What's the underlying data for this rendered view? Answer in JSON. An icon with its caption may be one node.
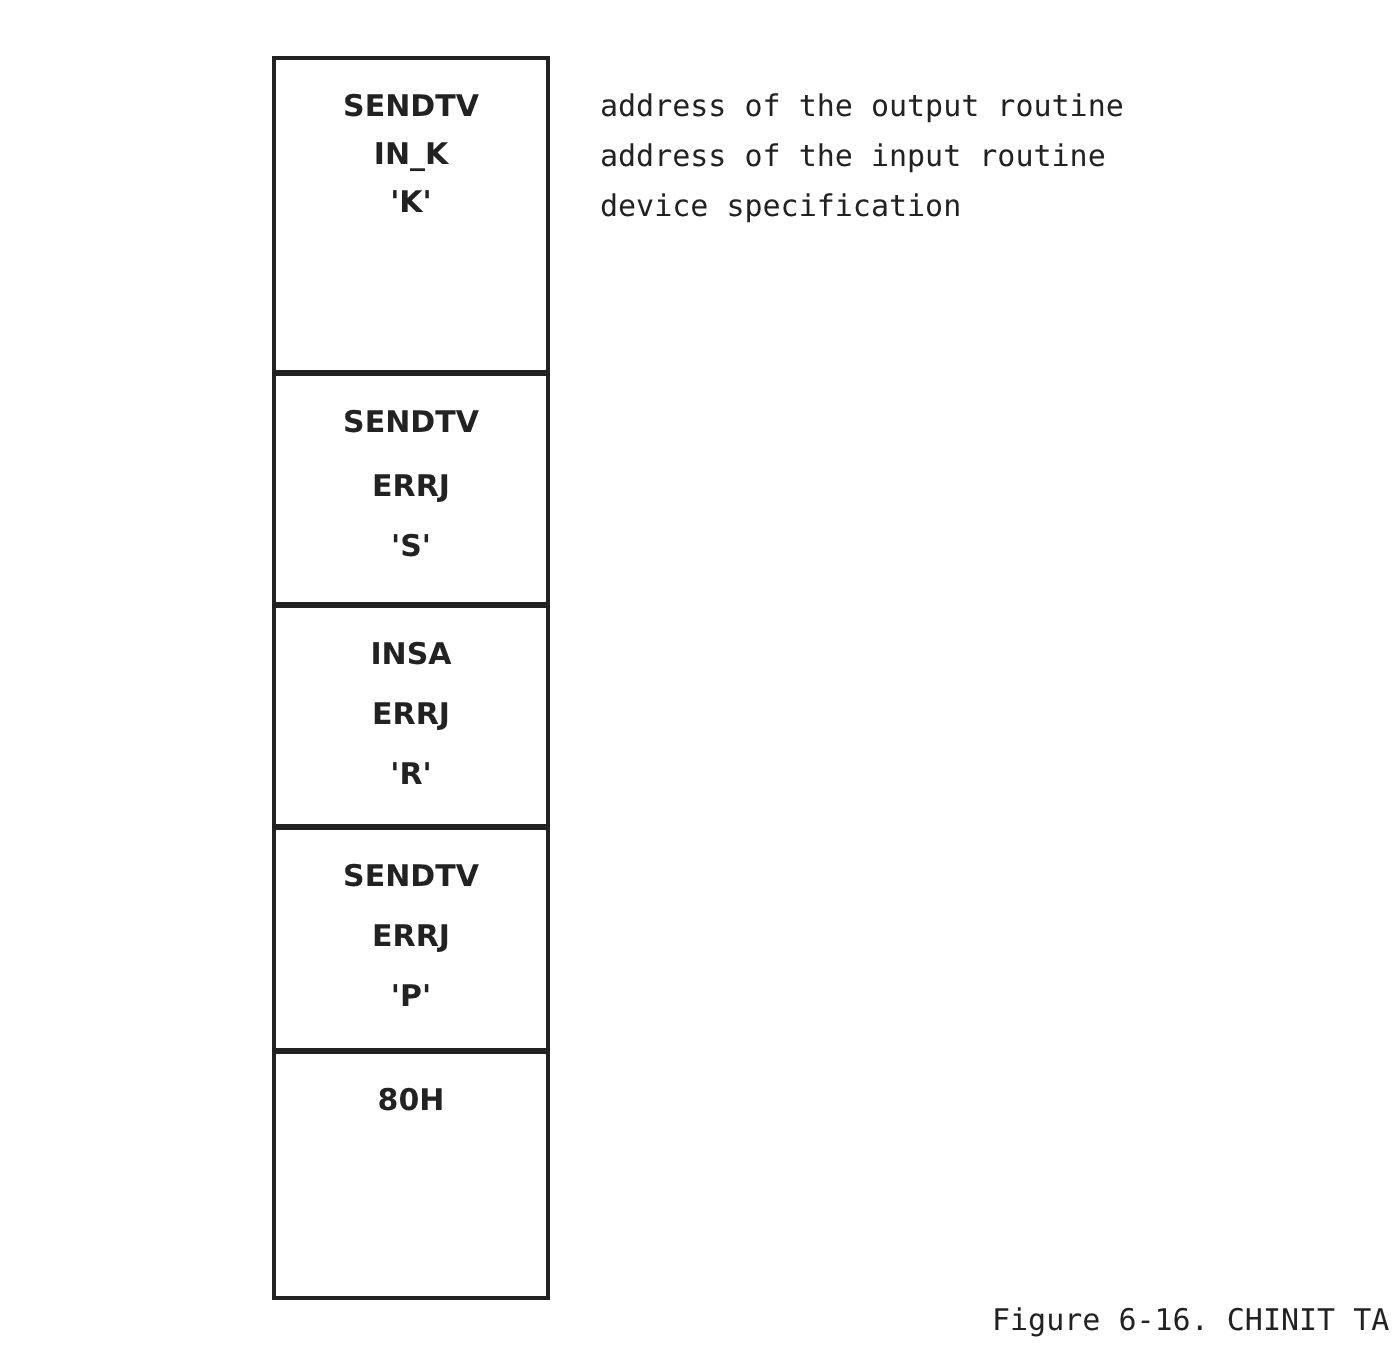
{
  "diagram": {
    "caption": "Figure 6-16. CHINIT TA",
    "nodes": [
      {
        "text": [
          "SENDTV",
          "IN_K",
          "'K'"
        ]
      },
      {
        "text": [
          "SENDTV",
          "ERRJ",
          "'S'"
        ]
      },
      {
        "text": [
          "INSA",
          "ERRJ",
          "'R'"
        ]
      },
      {
        "text": [
          "SENDTV",
          "ERRJ",
          "'P'"
        ]
      },
      {
        "text": [
          "80H"
        ]
      }
    ],
    "labels": [
      "address of the output routine",
      "address of the input routine",
      "device specification"
    ]
  }
}
